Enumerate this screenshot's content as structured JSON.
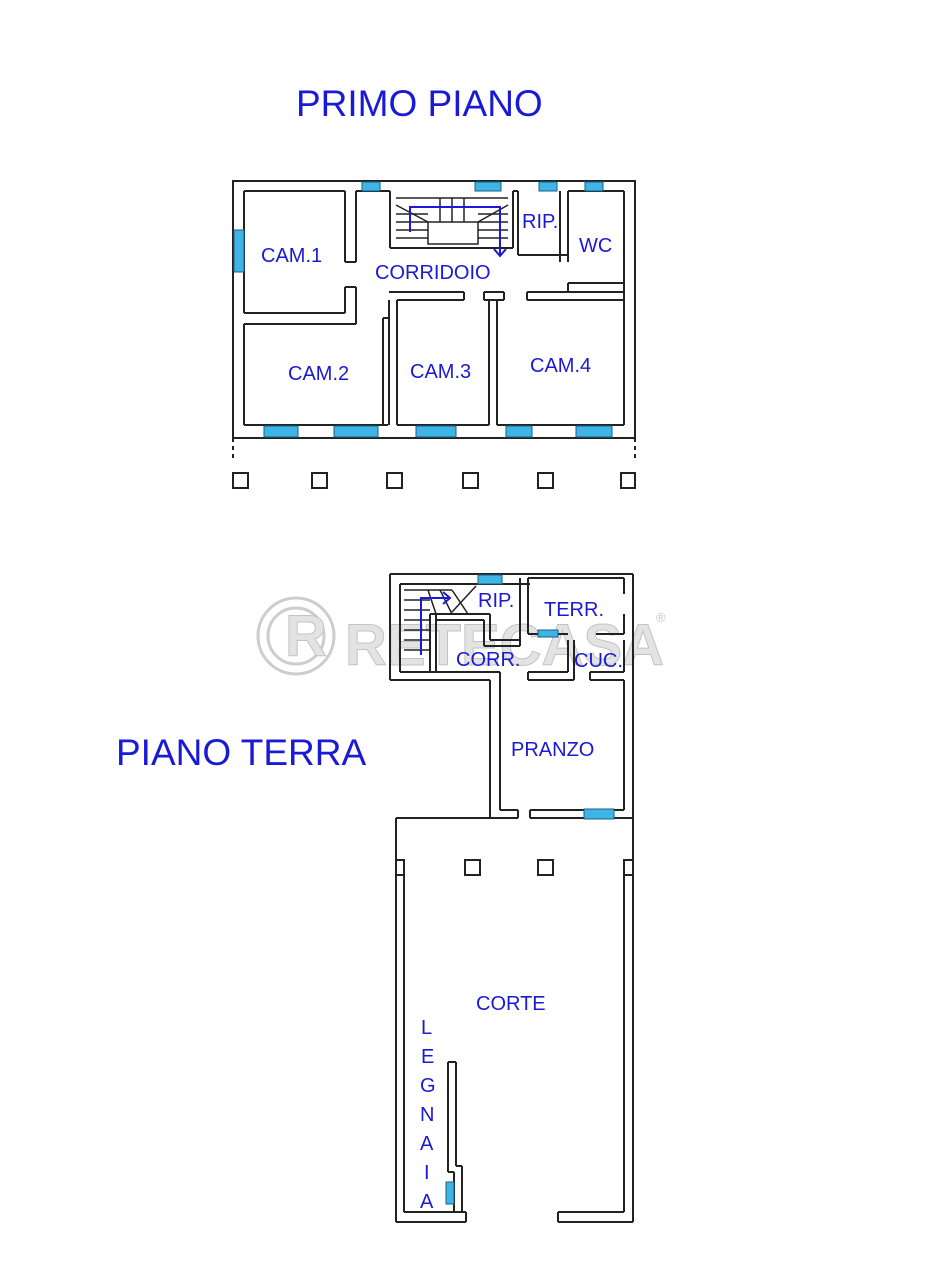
{
  "titles": {
    "first_floor": "PRIMO PIANO",
    "ground_floor": "PIANO TERRA"
  },
  "rooms": {
    "cam1": "CAM.1",
    "corridoio": "CORRIDOIO",
    "rip_first": "RIP.",
    "wc": "WC",
    "cam2": "CAM.2",
    "cam3": "CAM.3",
    "cam4": "CAM.4",
    "rip_ground": "RIP.",
    "terr": "TERR.",
    "corr": "CORR.",
    "cuc": "CUC.",
    "pranzo": "PRANZO",
    "corte": "CORTE",
    "legnaia_letters": [
      "L",
      "E",
      "G",
      "N",
      "A",
      "I",
      "A"
    ]
  },
  "watermark": {
    "text": "RETECASA",
    "registered": "®"
  },
  "colors": {
    "label": "#1a1ad6",
    "window": "#3fb4e6",
    "wall": "#222222"
  }
}
